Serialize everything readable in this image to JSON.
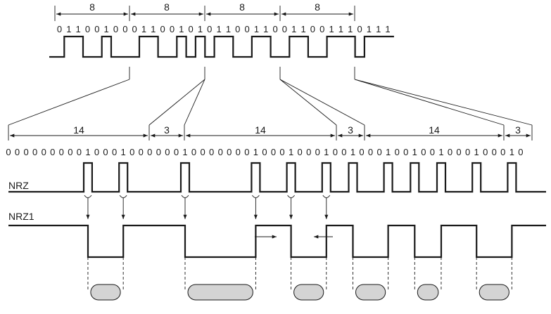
{
  "top_row": {
    "group_lengths": [
      "8",
      "8",
      "8",
      "8"
    ],
    "bits": "011001000110010101100110011001110111"
  },
  "bottom_row": {
    "group_lengths": [
      "14",
      "3",
      "14",
      "3",
      "14",
      "3"
    ],
    "bits": "00000000010001000000100000001000100010010001001001000100010"
  },
  "labels": {
    "nrz": "NRZ",
    "nrzi": "NRZ1"
  },
  "colors": {
    "line": "#1a1a1a",
    "pit_fill": "#d4d4d4",
    "background": "#ffffff"
  }
}
